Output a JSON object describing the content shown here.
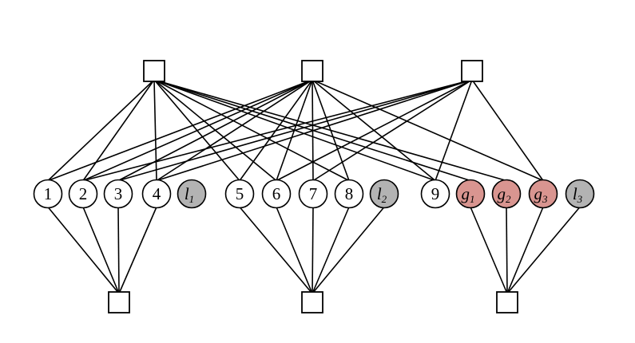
{
  "colors": {
    "white_node": "#ffffff",
    "gray_node": "#b3b3b3",
    "red_node": "#d99590",
    "stroke": "#000000"
  },
  "top_checks": [
    "t1",
    "t2",
    "t3"
  ],
  "bottom_checks": [
    "b1",
    "b2",
    "b3"
  ],
  "variables": [
    {
      "id": "1",
      "label": "1",
      "kind": "plain"
    },
    {
      "id": "2",
      "label": "2",
      "kind": "plain"
    },
    {
      "id": "3",
      "label": "3",
      "kind": "plain"
    },
    {
      "id": "4",
      "label": "4",
      "kind": "plain"
    },
    {
      "id": "l1",
      "label": "l",
      "sub": "1",
      "kind": "gray"
    },
    {
      "id": "5",
      "label": "5",
      "kind": "plain"
    },
    {
      "id": "6",
      "label": "6",
      "kind": "plain"
    },
    {
      "id": "7",
      "label": "7",
      "kind": "plain"
    },
    {
      "id": "8",
      "label": "8",
      "kind": "plain"
    },
    {
      "id": "l2",
      "label": "l",
      "sub": "2",
      "kind": "gray"
    },
    {
      "id": "9",
      "label": "9",
      "kind": "plain"
    },
    {
      "id": "g1",
      "label": "g",
      "sub": "1",
      "kind": "red"
    },
    {
      "id": "g2",
      "label": "g",
      "sub": "2",
      "kind": "red"
    },
    {
      "id": "g3",
      "label": "g",
      "sub": "3",
      "kind": "red"
    },
    {
      "id": "l3",
      "label": "l",
      "sub": "3",
      "kind": "gray"
    }
  ],
  "edges_top": [
    [
      "t1",
      "1"
    ],
    [
      "t1",
      "2"
    ],
    [
      "t1",
      "4"
    ],
    [
      "t1",
      "5"
    ],
    [
      "t1",
      "6"
    ],
    [
      "t1",
      "8"
    ],
    [
      "t1",
      "9"
    ],
    [
      "t1",
      "g1"
    ],
    [
      "t1",
      "g2"
    ],
    [
      "t2",
      "1"
    ],
    [
      "t2",
      "2"
    ],
    [
      "t2",
      "3"
    ],
    [
      "t2",
      "4"
    ],
    [
      "t2",
      "5"
    ],
    [
      "t2",
      "6"
    ],
    [
      "t2",
      "7"
    ],
    [
      "t2",
      "8"
    ],
    [
      "t2",
      "9"
    ],
    [
      "t2",
      "g3"
    ],
    [
      "t3",
      "2"
    ],
    [
      "t3",
      "3"
    ],
    [
      "t3",
      "4"
    ],
    [
      "t3",
      "6"
    ],
    [
      "t3",
      "7"
    ],
    [
      "t3",
      "9"
    ],
    [
      "t3",
      "g3"
    ]
  ],
  "edges_bottom": [
    [
      "b1",
      "1"
    ],
    [
      "b1",
      "2"
    ],
    [
      "b1",
      "3"
    ],
    [
      "b1",
      "4"
    ],
    [
      "b2",
      "5"
    ],
    [
      "b2",
      "6"
    ],
    [
      "b2",
      "7"
    ],
    [
      "b2",
      "8"
    ],
    [
      "b2",
      "l2"
    ],
    [
      "b3",
      "g1"
    ],
    [
      "b3",
      "g2"
    ],
    [
      "b3",
      "g3"
    ],
    [
      "b3",
      "l3"
    ]
  ]
}
